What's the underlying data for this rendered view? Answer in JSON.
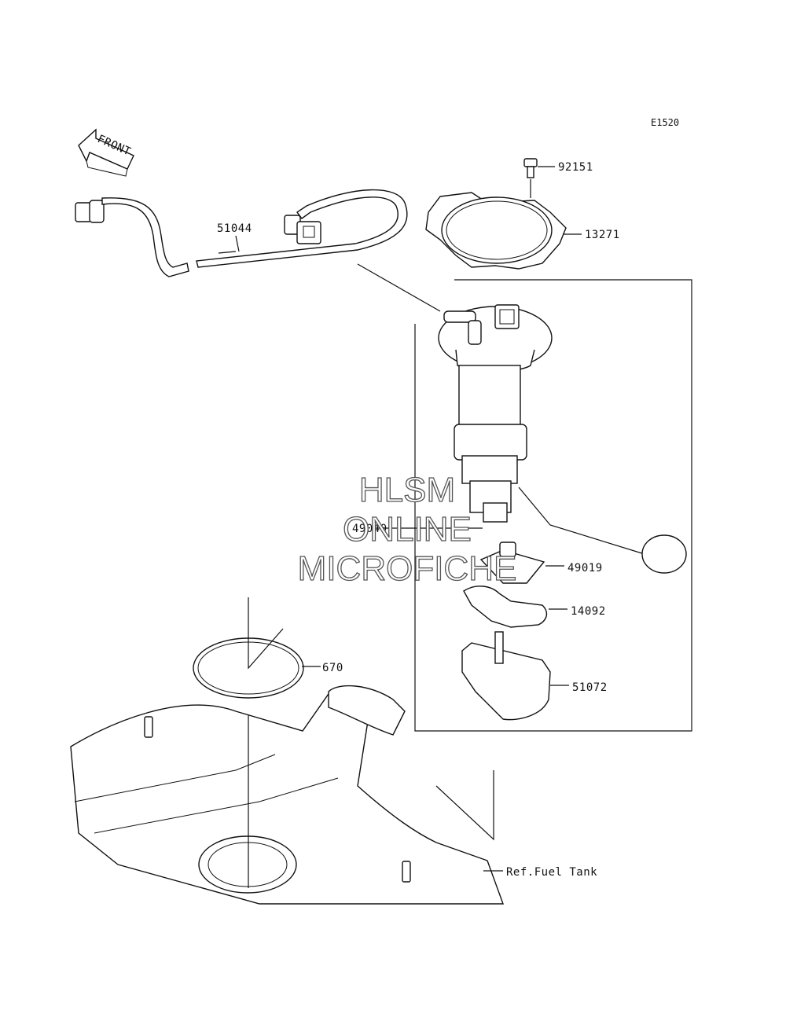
{
  "diagram": {
    "code": "E1520",
    "front_label": "FRONT",
    "callouts": {
      "hose": "51044",
      "bolt": "92151",
      "gasket": "13271",
      "pump": "49040",
      "filter": "49019",
      "holder": "14092",
      "cup": "51072",
      "oring": "670",
      "tank": "Ref.Fuel Tank"
    }
  },
  "watermark": {
    "line1": "HLSM",
    "line2": "ONLINE",
    "line3": "MICROFICHE"
  }
}
